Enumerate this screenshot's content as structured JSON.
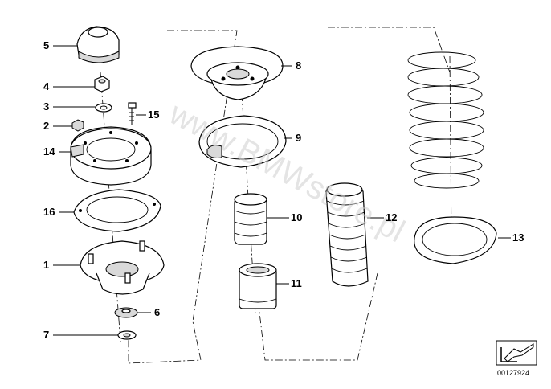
{
  "diagram": {
    "labels": {
      "p1": "1",
      "p2": "2",
      "p3": "3",
      "p4": "4",
      "p5": "5",
      "p6": "6",
      "p7": "7",
      "p8": "8",
      "p9": "9",
      "p10": "10",
      "p11": "11",
      "p12": "12",
      "p13": "13",
      "p14": "14",
      "p15": "15",
      "p16": "16"
    },
    "watermark": "www.BMWstore.pl",
    "image_id": "00127924",
    "icon": "parts-direction-arrow-icon"
  }
}
